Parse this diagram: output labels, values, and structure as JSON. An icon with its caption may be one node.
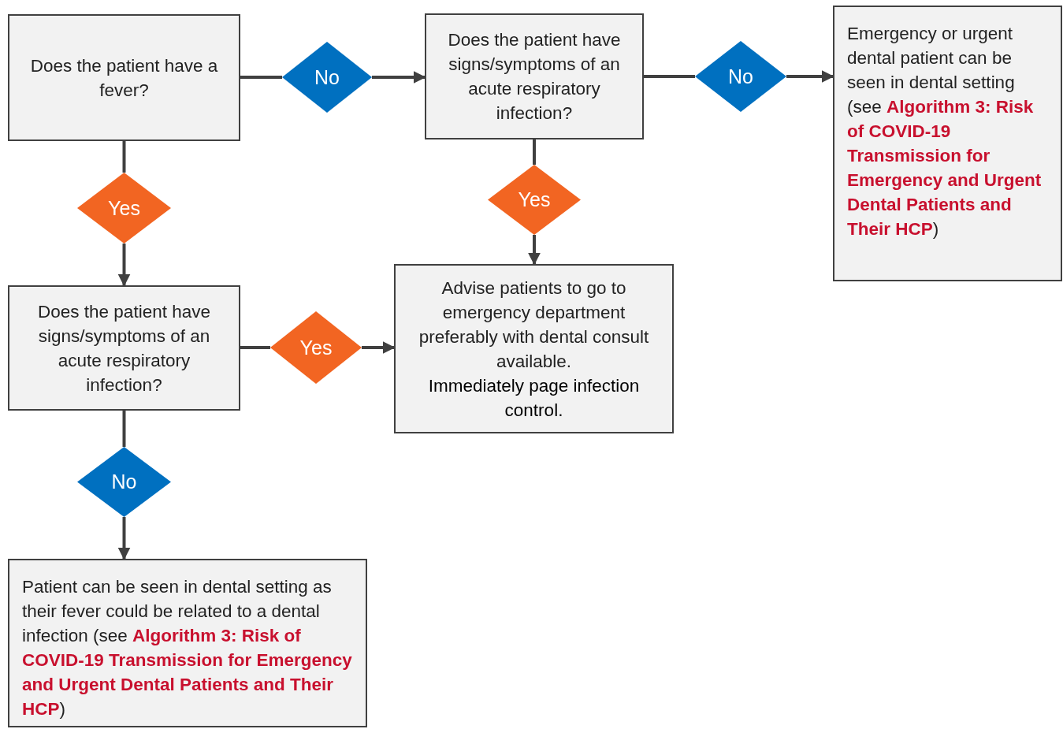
{
  "diagram": {
    "nodes": [
      {
        "text": [
          "Does the patient have a fever?"
        ]
      },
      {
        "text": [
          "No"
        ]
      },
      {
        "text": [
          "Does the patient have signs/symptoms of an acute respiratory infection?"
        ]
      },
      {
        "text": [
          "No"
        ]
      },
      {
        "text": [
          "Emergency or urgent dental patient can be seen in dental setting (see **Algorithm 3: Risk of COVID-19 Transmission for Emergency and Urgent Dental Patients and Their HCP**)"
        ]
      },
      {
        "text": [
          "Yes"
        ]
      },
      {
        "text": [
          "Yes"
        ]
      },
      {
        "text": [
          "Does the patient have signs/symptoms of an acute respiratory infection?"
        ]
      },
      {
        "text": [
          "Yes"
        ]
      },
      {
        "text": [
          "Advise patients to go to emergency department preferably with dental consult available.",
          "Immediately page infection control."
        ]
      },
      {
        "text": [
          "No"
        ]
      },
      {
        "text": [
          "Patient can be seen in dental setting as their fever could be related to a dental infection (see **Algorithm 3: Risk of COVID-19 Transmission for Emergency and Urgent Dental Patients and Their HCP**)"
        ]
      }
    ],
    "edges": [
      {
        "from": 0,
        "to": 1,
        "arrow": "none"
      },
      {
        "from": 1,
        "to": 2,
        "arrow": "to"
      },
      {
        "from": 2,
        "to": 3,
        "arrow": "none"
      },
      {
        "from": 3,
        "to": 4,
        "arrow": "to"
      },
      {
        "from": 0,
        "to": 5,
        "arrow": "none"
      },
      {
        "from": 5,
        "to": 7,
        "arrow": "to"
      },
      {
        "from": 2,
        "to": 6,
        "arrow": "none"
      },
      {
        "from": 6,
        "to": 9,
        "arrow": "to"
      },
      {
        "from": 7,
        "to": 8,
        "arrow": "none"
      },
      {
        "from": 8,
        "to": 9,
        "arrow": "to"
      },
      {
        "from": 7,
        "to": 10,
        "arrow": "none"
      },
      {
        "from": 10,
        "to": 11,
        "arrow": "to"
      }
    ]
  }
}
